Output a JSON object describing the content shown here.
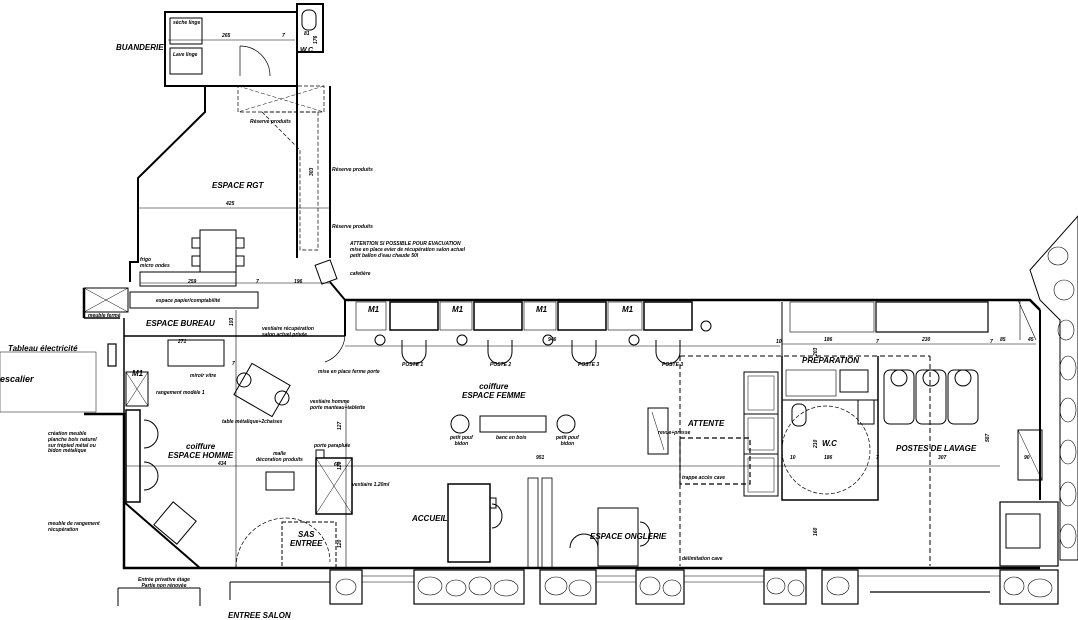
{
  "rooms": {
    "buanderie": "BUANDERIE",
    "wc_top": "W.C",
    "espace_rgt": "ESPACE RGT",
    "espace_bureau": "ESPACE BUREAU",
    "coiffure_homme": "coiffure\nESPACE HOMME",
    "coiffure_femme": "coiffure\nESPACE FEMME",
    "attente": "ATTENTE",
    "preparation": "PREPARATION",
    "wc_right": "W.C",
    "postes_lavage": "POSTES DE LAVAGE",
    "accueil": "ACCUEIL",
    "espace_onglerie": "ESPACE ONGLERIE",
    "sas_entree": "SAS\nENTREE",
    "entree_salon": "ENTREE SALON",
    "escalier": "escalier",
    "tableau": "Tableau électricité"
  },
  "labels": {
    "seche_linge": "sèche linge",
    "lave_linge": "Lave linge",
    "reserve1": "Réserve produits",
    "reserve2": "Réserve produits",
    "reserve3": "Réserve produits",
    "attention": "ATTENTION SI POSSIBLE POUR EVACUATION\nmise en place evier de récupération salon actuel\npetit ballon d'eau chaude 50l",
    "cafetiere": "cafetière",
    "frigo": "frigo\nmicro ondes",
    "espace_papier": "espace papier/comptabilité",
    "meuble_ferme": "meuble fermé",
    "vestiaire_recup": "vestiaire récupération\nsalon actuel privée",
    "miroir_vitre": "miroir vitre",
    "rangement_modele": "rangement modèle 1",
    "porte_ferme": "mise en place ferme porte",
    "vestiaire_homme": "vestiaire homme\nporte manteau+tablette",
    "table_metal": "table métalique+2chaises",
    "creation_meuble": "création meuble\nplanche bois naturel\nsur trépied métal ou\nbidon métalique",
    "malle": "malle\ndécoration produits",
    "porte_parapluie": "porte parapluie",
    "vestiaire_120": "vestiaire 1.20ml",
    "meuble_rangement": "meuble de rangement\nrécupération",
    "entree_privative": "Entrée privative étage\nPartie non rénovée",
    "poste1": "POSTE 1",
    "poste2": "POSTE 2",
    "poste3a": "POSTE 3",
    "poste3b": "POSTE 3",
    "pouf1": "petit pouf\nbidon",
    "pouf2": "petit pouf\nbidon",
    "banc": "banc en bois",
    "revue": "revue+presse",
    "trappe": "trappe accès cave",
    "delimitation": "délimitation cave",
    "m1_a": "M1",
    "m1_b": "M1",
    "m1_c": "M1",
    "m1_d": "M1",
    "m1_e": "M1"
  },
  "dimensions": {
    "d265": "265",
    "d81": "81",
    "d7a": "7",
    "d176": "176",
    "d425": "425",
    "d303": "303",
    "d259": "259",
    "d7b": "7",
    "d196": "196",
    "d193": "193",
    "d271": "271",
    "d7c": "7",
    "d946": "946",
    "d10a": "10",
    "d186a": "186",
    "d7d": "7",
    "d230": "230",
    "d7e": "7",
    "d85": "85",
    "d45": "45",
    "d203": "203",
    "d127": "127",
    "d434": "434",
    "d60": "60",
    "d120a": "120",
    "d951": "951",
    "d10b": "10",
    "d186b": "186",
    "d7f": "7",
    "d307": "307",
    "d587": "587",
    "d210": "210",
    "d90": "90",
    "d160": "160",
    "d120b": "120"
  }
}
